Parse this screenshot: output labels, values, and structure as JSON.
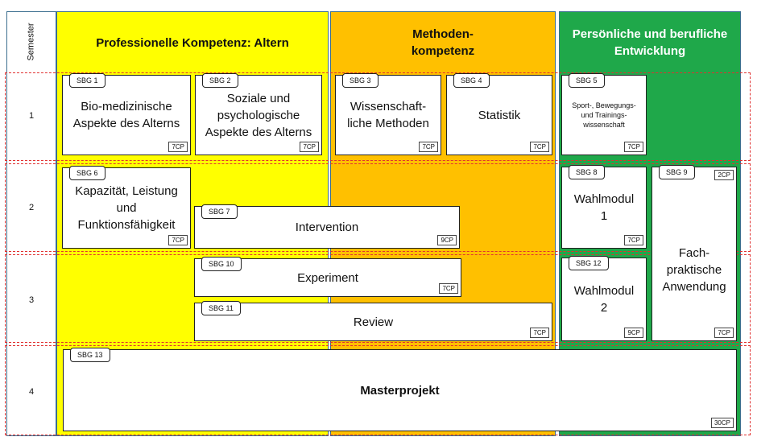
{
  "left_header": "Semester",
  "semesters": [
    "1",
    "2",
    "3",
    "4"
  ],
  "columns": {
    "professional": "Professionelle Kompetenz: Altern",
    "method": "Methoden-\nkompetenz",
    "personal": "Persönliche und berufliche\nEntwicklung"
  },
  "colors": {
    "yellow": "#ffff00",
    "orange": "#ffc000",
    "green": "#1fa84a",
    "row_border": "#e03030",
    "column_border": "#3b6e8f"
  },
  "modules": {
    "sbg1": {
      "tag": "SBG 1",
      "title": "Bio-medizinische\nAspekte des Alterns",
      "cp": "7CP"
    },
    "sbg2": {
      "tag": "SBG 2",
      "title": "Soziale und\npsychologische\nAspekte des Alterns",
      "cp": "7CP"
    },
    "sbg3": {
      "tag": "SBG 3",
      "title": "Wissenschaft-\nliche Methoden",
      "cp": "7CP"
    },
    "sbg4": {
      "tag": "SBG 4",
      "title": "Statistik",
      "cp": "7CP"
    },
    "sbg5": {
      "tag": "SBG 5",
      "title": "Sport-, Bewegungs-\nund Trainings-\nwissenschaft",
      "cp": "7CP"
    },
    "sbg6": {
      "tag": "SBG 6",
      "title": "Kapazität, Leistung\nund\nFunktionsfähigkeit",
      "cp": "7CP"
    },
    "sbg7": {
      "tag": "SBG 7",
      "title": "Intervention",
      "cp": "9CP"
    },
    "sbg8": {
      "tag": "SBG 8",
      "title": "Wahlmodul\n1",
      "cp": "7CP"
    },
    "sbg9": {
      "tag": "SBG 9",
      "title": "Fach-\npraktische\nAnwendung",
      "cp": "2CP",
      "cp2": "7CP"
    },
    "sbg10": {
      "tag": "SBG 10",
      "title": "Experiment",
      "cp": "7CP"
    },
    "sbg11": {
      "tag": "SBG 11",
      "title": "Review",
      "cp": "7CP"
    },
    "sbg12": {
      "tag": "SBG 12",
      "title": "Wahlmodul\n2",
      "cp": "9CP"
    },
    "sbg13": {
      "tag": "SBG 13",
      "title": "Masterprojekt",
      "cp": "30CP"
    }
  }
}
